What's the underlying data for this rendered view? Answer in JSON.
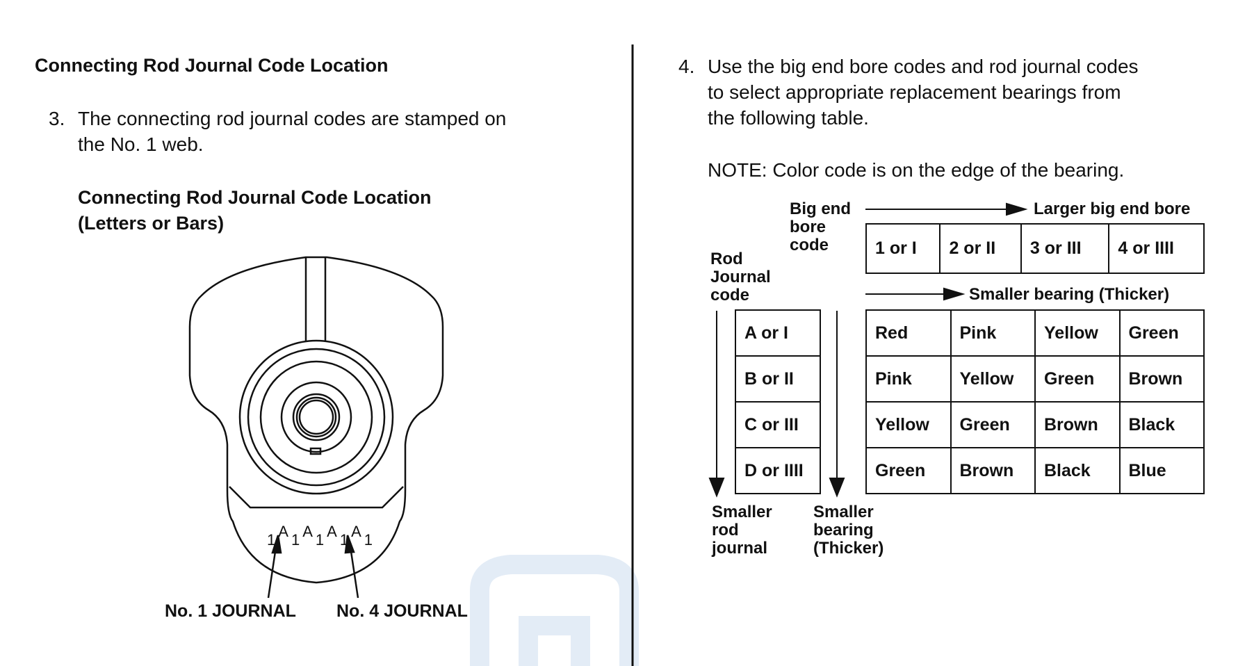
{
  "left": {
    "heading": "Connecting Rod Journal Code Location",
    "step_number": "3.",
    "step_text_line1": "The connecting rod journal codes are stamped on",
    "step_text_line2": "the No. 1 web.",
    "figure_title_line1": "Connecting Rod Journal Code Location",
    "figure_title_line2": "(Letters or Bars)",
    "stamp_marks": [
      "1",
      "A",
      "1",
      "A",
      "1",
      "A",
      "1",
      "A",
      "1"
    ],
    "callout_no1": "No. 1 JOURNAL",
    "callout_no4": "No. 4 JOURNAL"
  },
  "right": {
    "step_number": "4.",
    "step_text_line1": "Use the big end bore codes and rod journal codes",
    "step_text_line2": "to select appropriate replacement bearings from",
    "step_text_line3": "the following table.",
    "note": "NOTE: Color code is on the edge of the bearing.",
    "big_end_label": [
      "Big end",
      "bore",
      "code"
    ],
    "larger_bore_label": "Larger big end bore",
    "rod_journal_label": [
      "Rod",
      "Journal",
      "code"
    ],
    "smaller_bearing_label": "Smaller bearing (Thicker)",
    "bore_codes": [
      "1 or I",
      "2 or II",
      "3 or III",
      "4 or IIII"
    ],
    "journal_codes": [
      "A or I",
      "B or II",
      "C or III",
      "D or IIII"
    ],
    "colors": [
      [
        "Red",
        "Pink",
        "Yellow",
        "Green"
      ],
      [
        "Pink",
        "Yellow",
        "Green",
        "Brown"
      ],
      [
        "Yellow",
        "Green",
        "Brown",
        "Black"
      ],
      [
        "Green",
        "Brown",
        "Black",
        "Blue"
      ]
    ],
    "smaller_rod_journal": [
      "Smaller",
      "rod",
      "journal"
    ],
    "smaller_bearing_bottom": [
      "Smaller",
      "bearing",
      "(Thicker)"
    ]
  }
}
